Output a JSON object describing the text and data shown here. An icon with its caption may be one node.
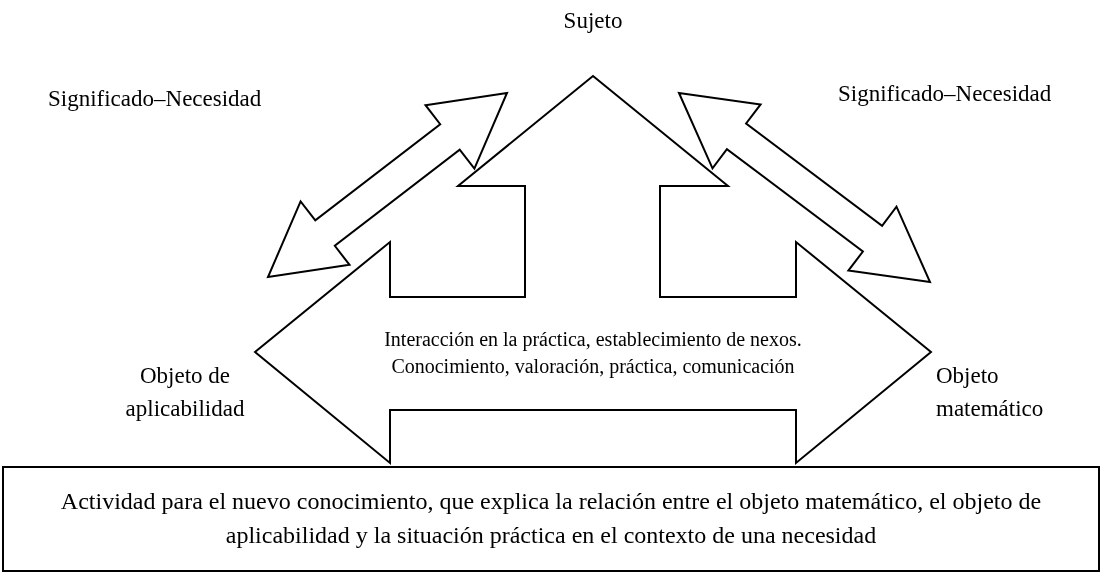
{
  "diagram": {
    "nodes": [
      {
        "text": [
          "Sujeto"
        ]
      },
      {
        "text": [
          "Objeto de aplicabilidad"
        ]
      },
      {
        "text": [
          "Objeto matemático"
        ]
      },
      {
        "text": [
          "Interacción en la práctica, establecimiento de nexos. Conocimiento, valoración, práctica, comunicación"
        ]
      },
      {
        "text": [
          "Actividad para el nuevo conocimiento, que explica la relación entre el objeto matemático, el objeto de aplicabilidad y la situación práctica en el contexto de una necesidad"
        ]
      }
    ],
    "edges": [
      {
        "from": 0,
        "to": 1,
        "arrow": "both"
      },
      {
        "from": 0,
        "to": 2,
        "arrow": "both"
      }
    ],
    "labels": [
      "Significado–Necesidad",
      "Significado–Necesidad"
    ]
  }
}
